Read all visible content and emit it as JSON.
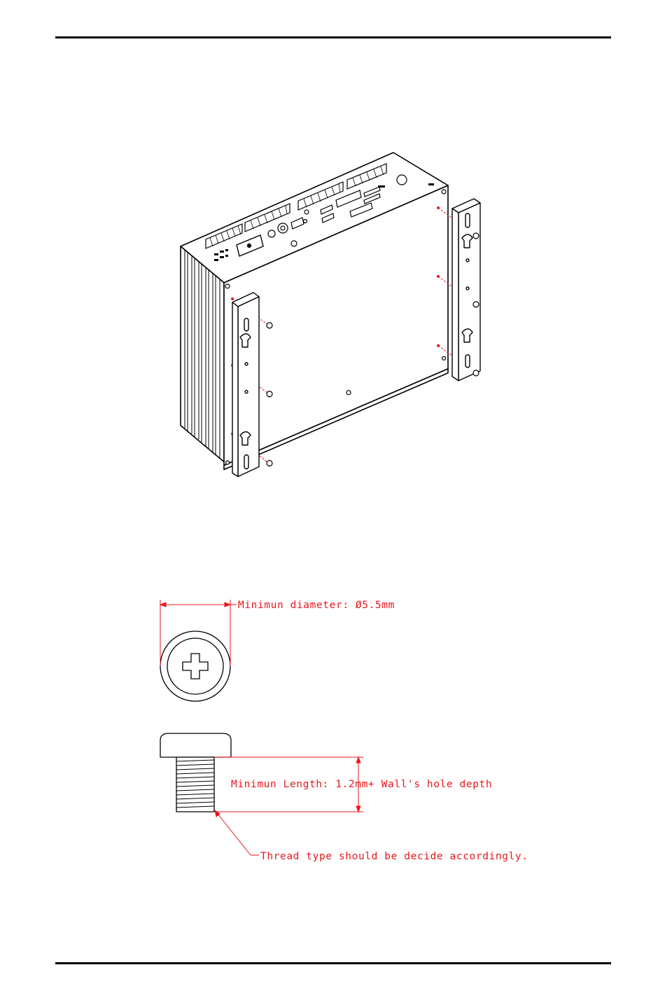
{
  "annotations": {
    "diameter": "Minimun diameter: Ø5.5mm",
    "length": "Minimun Length: 1.2mm+ Wall's hole depth",
    "thread": "Thread type should be decide accordingly."
  },
  "colors": {
    "annotation": "#e8171d",
    "line_art": "#000000"
  }
}
